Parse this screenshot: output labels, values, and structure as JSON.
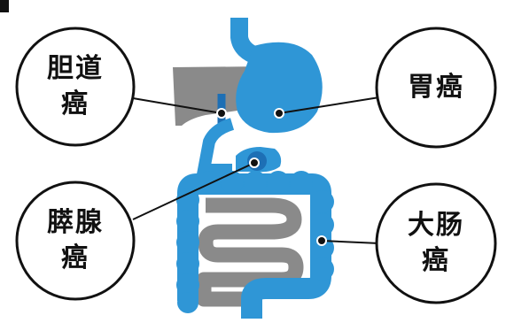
{
  "labels": {
    "bile_duct": [
      "胆道",
      "癌"
    ],
    "stomach": "胃癌",
    "pancreas": [
      "膵腺",
      "癌"
    ],
    "colon": [
      "大肠",
      "癌"
    ]
  },
  "colors": {
    "organ_blue": "#2f96d6",
    "dark_blue": "#1d6fb5",
    "organ_gray": "#8a8a8a",
    "outline": "#111111"
  }
}
